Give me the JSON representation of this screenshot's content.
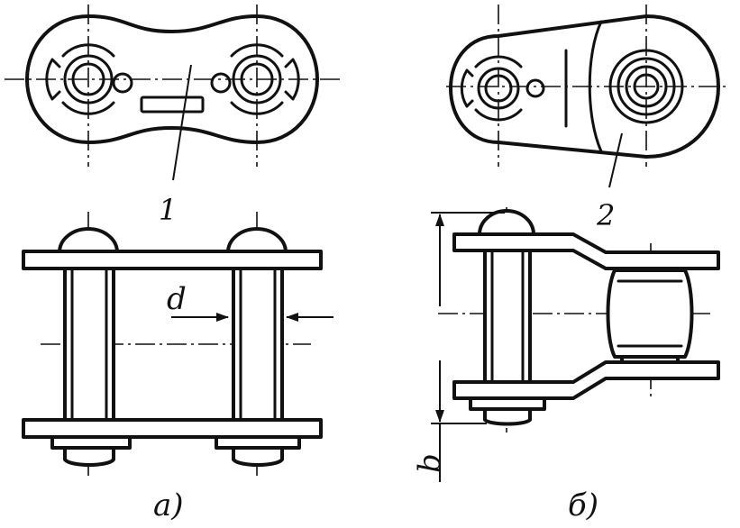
{
  "labels": {
    "part_1": "1",
    "part_2": "2",
    "dim_d": "d",
    "dim_b": "b",
    "view_a": "а)",
    "view_b": "б)"
  }
}
